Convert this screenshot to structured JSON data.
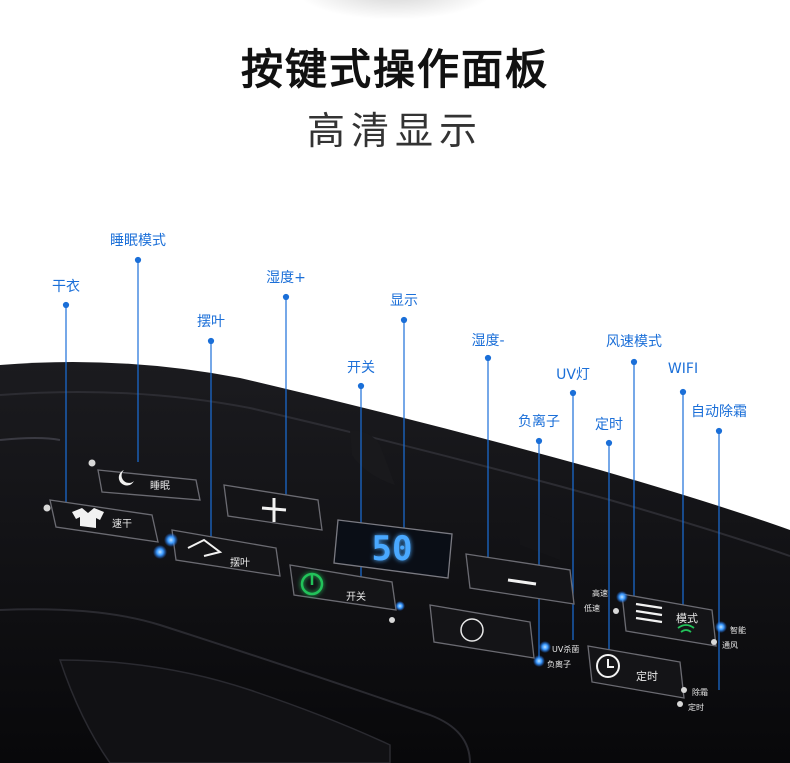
{
  "header": {
    "title": "按键式操作面板",
    "subtitle": "高清显示"
  },
  "callouts": {
    "dry_clothes": "干衣",
    "sleep_mode": "睡眠模式",
    "humidity_plus": "湿度+",
    "swing": "摆叶",
    "display": "显示",
    "power": "开关",
    "humidity_minus": "湿度-",
    "uv_lamp": "UV灯",
    "anion": "负离子",
    "timer": "定时",
    "fan_speed_mode": "风速模式",
    "wifi": "WIFI",
    "auto_dehumidify": "自动除霜"
  },
  "panel": {
    "sleep_key": "睡眠",
    "quick_dry_key": "速干",
    "swing_key": "摆叶",
    "power_key": "开关",
    "mode_key": "模式",
    "timer_key": "定时",
    "display_value": "50",
    "indicator_high_speed": "高速",
    "indicator_low_speed": "低速",
    "indicator_smart": "智能",
    "indicator_ventilate": "通风",
    "indicator_uv": "UV杀菌",
    "indicator_anion": "负离子",
    "indicator_defrost": "除霜",
    "indicator_timer": "定时"
  },
  "colors": {
    "callout_blue": "#1b6fd8",
    "led_blue": "#46a6ff",
    "power_green": "#22c25a",
    "panel_black": "#0c0c0e"
  }
}
